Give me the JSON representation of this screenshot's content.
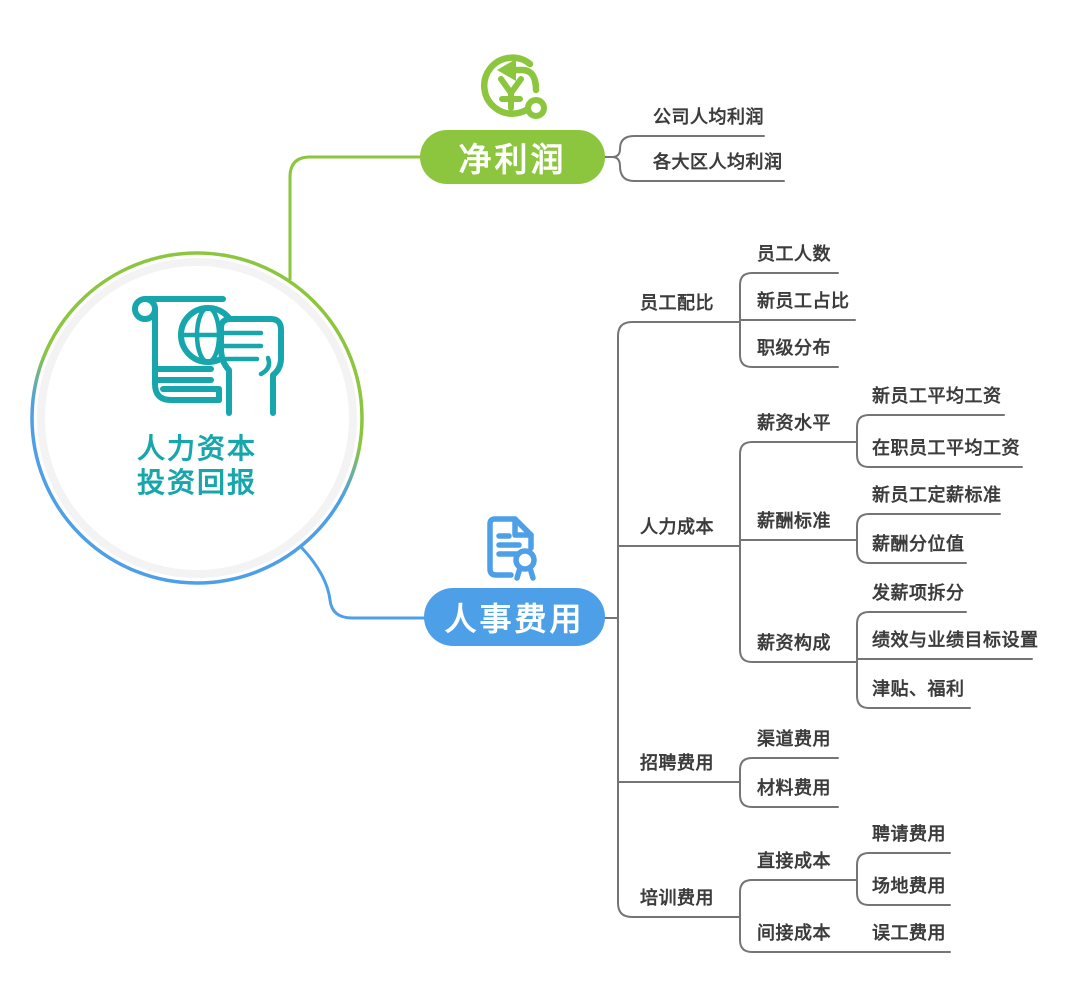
{
  "root": {
    "line1": "人力资本",
    "line2": "投资回报",
    "icon": "scroll-globe-fist-icon"
  },
  "branches": [
    {
      "label": "净利润",
      "color": "#8CC63E",
      "icon": "currency-return-icon",
      "children": [
        {
          "label": "公司人均利润"
        },
        {
          "label": "各大区人均利润"
        }
      ]
    },
    {
      "label": "人事费用",
      "color": "#4D9FE8",
      "icon": "document-award-icon",
      "children": [
        {
          "label": "员工配比",
          "children": [
            {
              "label": "员工人数"
            },
            {
              "label": "新员工占比"
            },
            {
              "label": "职级分布"
            }
          ]
        },
        {
          "label": "人力成本",
          "children": [
            {
              "label": "薪资水平",
              "children": [
                {
                  "label": "新员工平均工资"
                },
                {
                  "label": "在职员工平均工资"
                }
              ]
            },
            {
              "label": "薪酬标准",
              "children": [
                {
                  "label": "新员工定薪标准"
                },
                {
                  "label": "薪酬分位值"
                }
              ]
            },
            {
              "label": "薪资构成",
              "children": [
                {
                  "label": "发薪项拆分"
                },
                {
                  "label": "绩效与业绩目标设置"
                },
                {
                  "label": "津贴、福利"
                }
              ]
            }
          ]
        },
        {
          "label": "招聘费用",
          "children": [
            {
              "label": "渠道费用"
            },
            {
              "label": "材料费用"
            }
          ]
        },
        {
          "label": "培训费用",
          "children": [
            {
              "label": "直接成本",
              "children": [
                {
                  "label": "聘请费用"
                },
                {
                  "label": "场地费用"
                }
              ]
            },
            {
              "label": "间接成本",
              "children": [
                {
                  "label": "误工费用"
                }
              ]
            }
          ]
        }
      ]
    }
  ],
  "colors": {
    "green": "#8CC63E",
    "blue": "#4D9FE8",
    "teal": "#16A6AB",
    "line_gray": "#757575",
    "text_dark": "#3c3c3c"
  }
}
